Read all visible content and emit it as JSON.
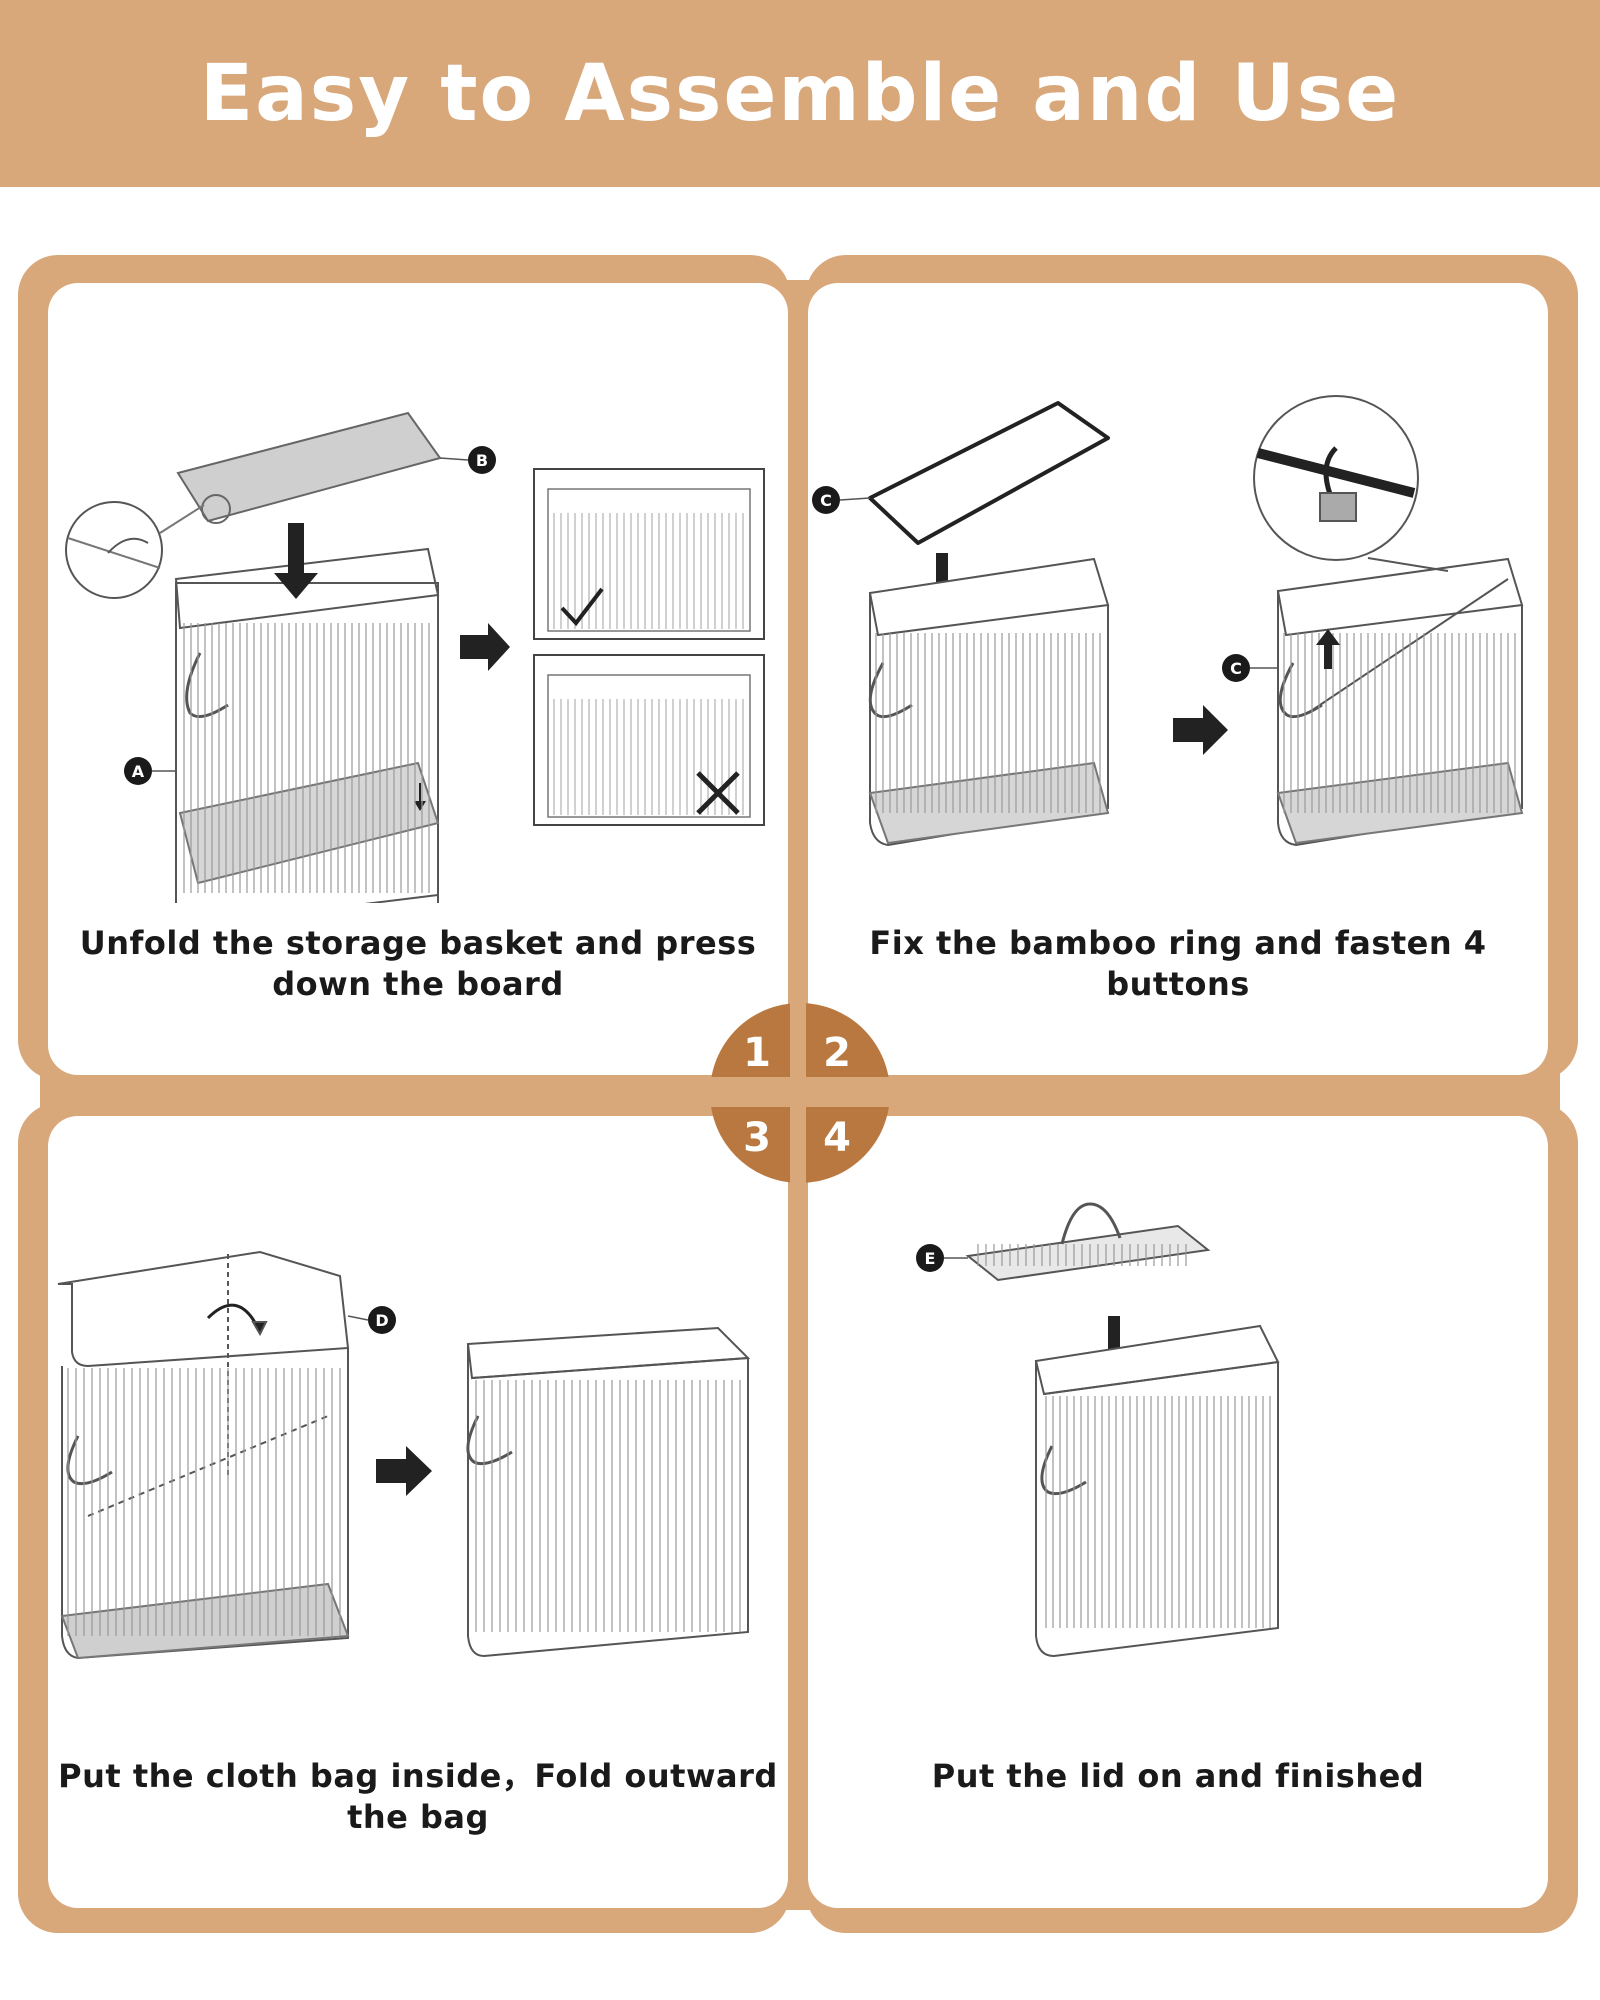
{
  "banner": {
    "title": "Easy to Assemble and Use"
  },
  "steps": [
    {
      "number": "1",
      "caption_line1": "Unfold the storage basket and press",
      "caption_line2": "down the board",
      "callouts": [
        "A",
        "B"
      ]
    },
    {
      "number": "2",
      "caption_line1": "Fix the bamboo ring and fasten 4 buttons",
      "caption_line2": "",
      "callouts": [
        "C",
        "C"
      ]
    },
    {
      "number": "3",
      "caption_line1": "Put the cloth bag inside，Fold outward",
      "caption_line2": "the bag",
      "callouts": [
        "D"
      ]
    },
    {
      "number": "4",
      "caption_line1": "Put the lid on and finished",
      "caption_line2": "",
      "callouts": [
        "E"
      ]
    }
  ],
  "colors": {
    "accent": "#d8a77a",
    "badge": "#b9783f",
    "ink": "#1a1a1a"
  }
}
